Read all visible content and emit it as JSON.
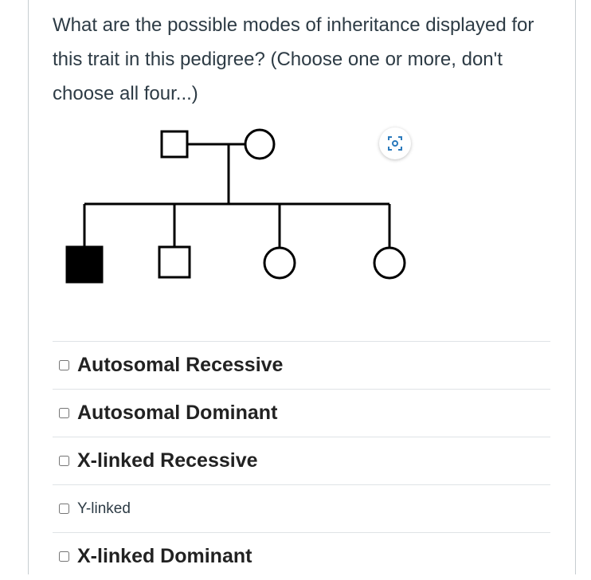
{
  "question": {
    "text": "What are the possible modes of inheritance displayed for this trait in this pedigree? (Choose one or more, don't choose all four...)"
  },
  "pedigree_icon": "scan-image-icon",
  "answers": [
    {
      "label": "Autosomal Recessive",
      "checked": false
    },
    {
      "label": "Autosomal Dominant",
      "checked": false
    },
    {
      "label": "X-linked Recessive",
      "checked": false
    },
    {
      "label": "Y-linked",
      "checked": false
    },
    {
      "label": "X-linked Dominant",
      "checked": false
    }
  ],
  "colors": {
    "text": "#2d3b45",
    "divider": "#dfe3e6",
    "affected": "#000000"
  }
}
